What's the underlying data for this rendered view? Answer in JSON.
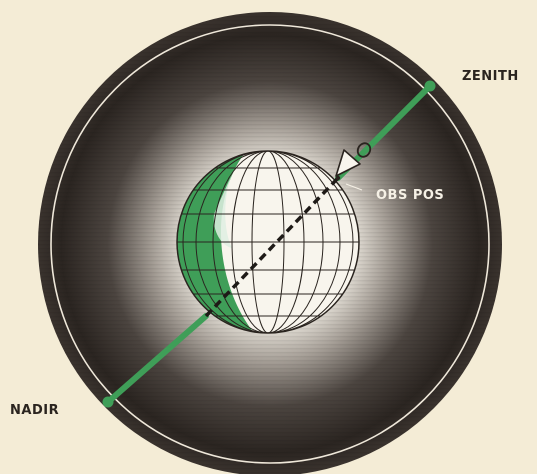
{
  "labels": {
    "zenith": "ZENITH",
    "nadir": "NADIR",
    "observer_position": "OBS POS"
  },
  "colors": {
    "paper": "#f4ecd6",
    "sky_dark": "#2e2824",
    "green": "#3f9e58",
    "line": "#2a241f",
    "white_text": "#f6f1e6"
  }
}
